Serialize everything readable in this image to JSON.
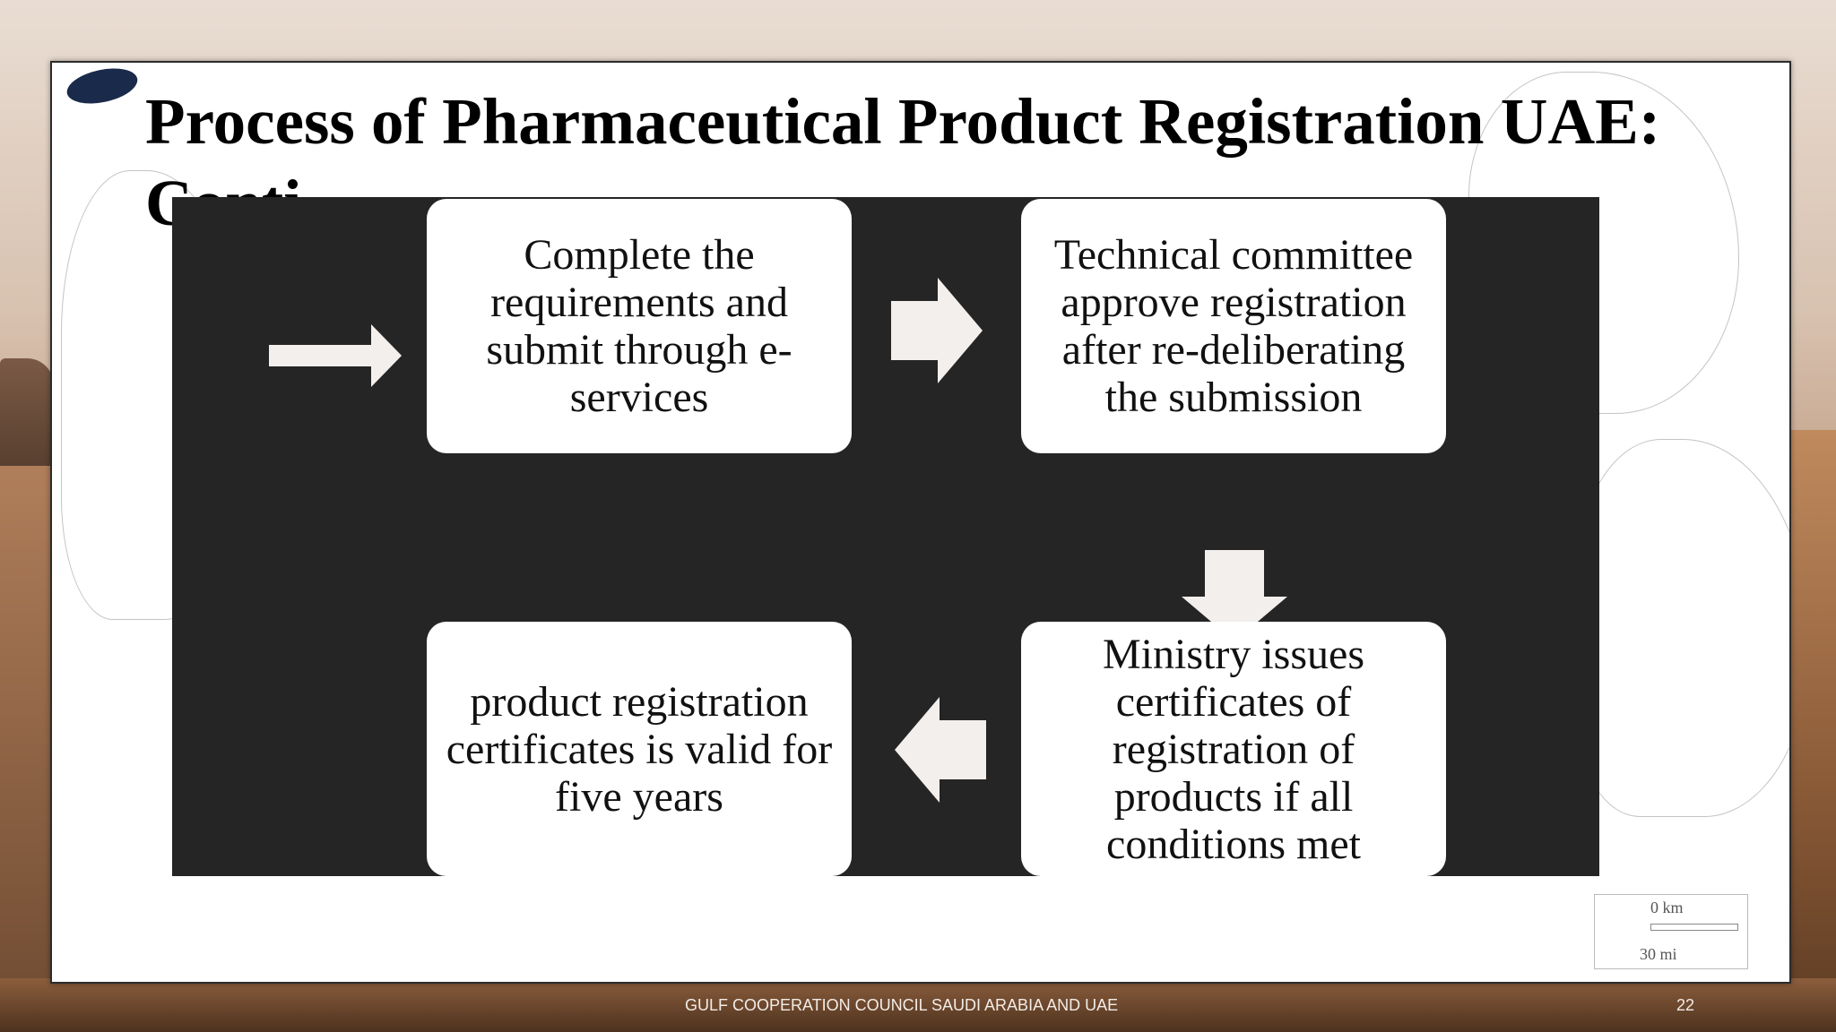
{
  "slide": {
    "title": "Process of Pharmaceutical Product Registration UAE: Conti..."
  },
  "diagram": {
    "steps": [
      "Complete the requirements and submit through e-services",
      "Technical committee approve registration after re-deliberating the submission",
      "Ministry issues certificates of registration of products if all conditions met",
      "product registration certificates is valid for five years"
    ]
  },
  "map_scale": {
    "km_label": "0 km",
    "mi_label": "30 mi"
  },
  "footer": {
    "label": "GULF COOPERATION COUNCIL SAUDI ARABIA AND UAE",
    "page_number": "22"
  },
  "colors": {
    "diagram_background": "#252525",
    "box_fill": "#ffffff",
    "arrow_fill": "#f2efec"
  }
}
